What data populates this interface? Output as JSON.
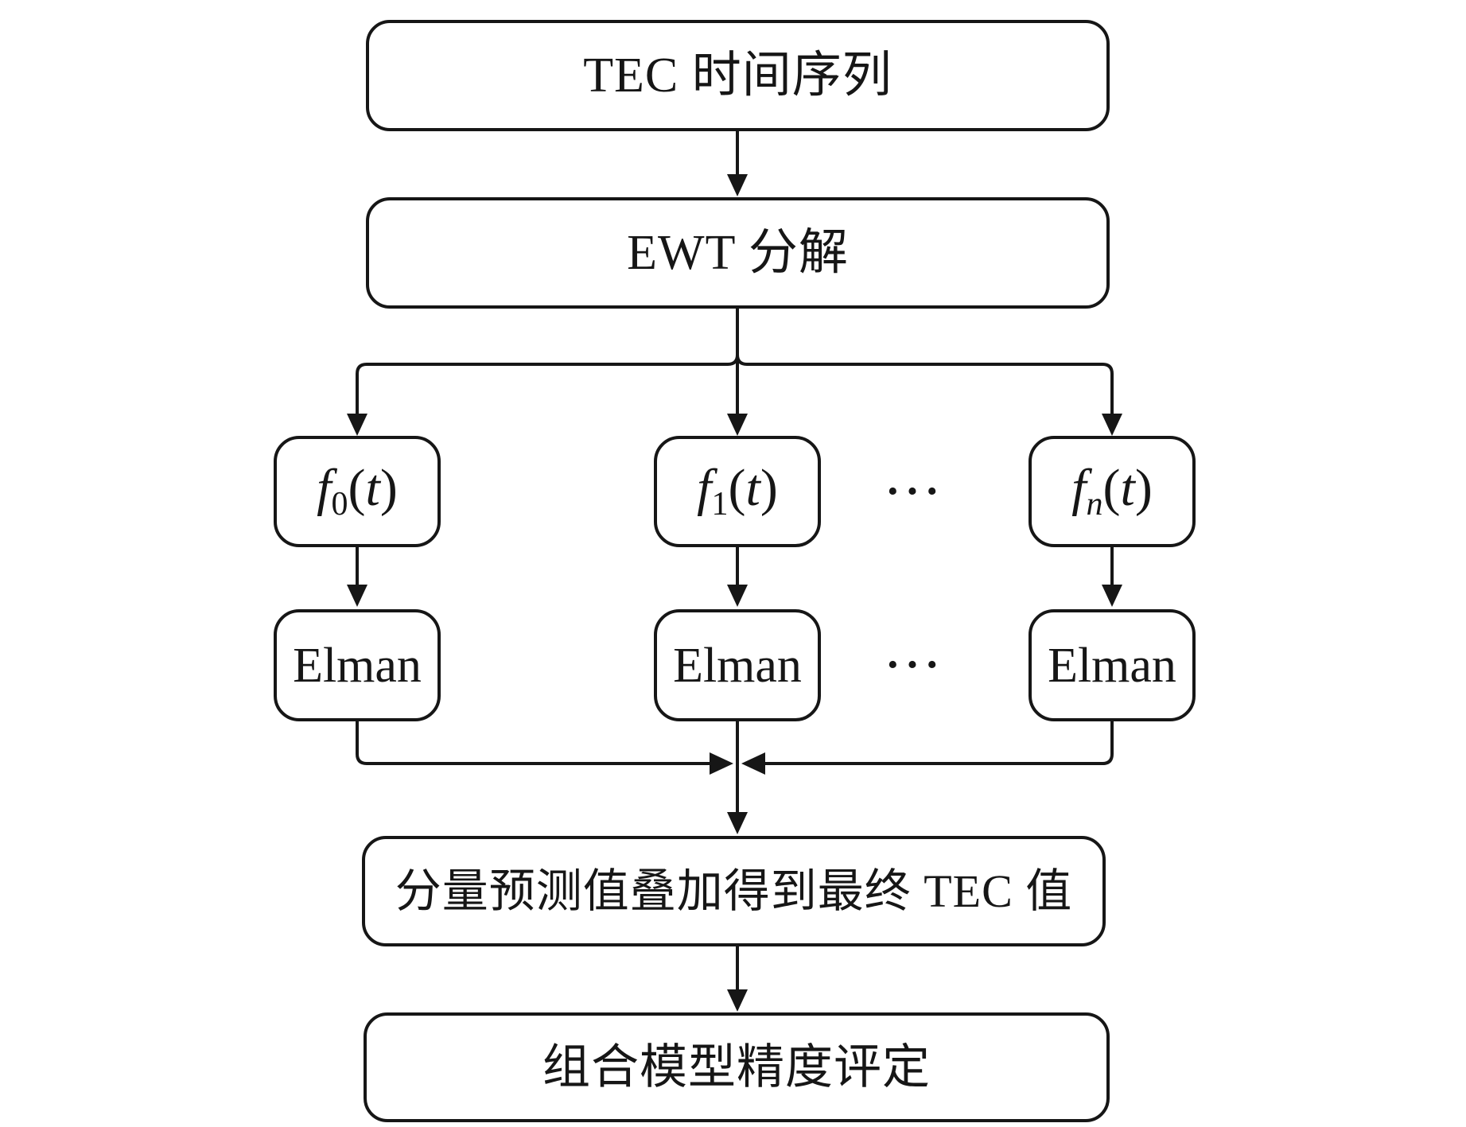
{
  "diagram": {
    "background": "#ffffff",
    "line_color": "#161616",
    "nodes": {
      "tec_series": "TEC 时间序列",
      "ewt_decompose": "EWT 分解",
      "combine": "分量预测值叠加得到最终 TEC 值",
      "assess": "组合模型精度评定"
    },
    "branches": [
      {
        "f_base": "f",
        "f_sub": "0",
        "f_open": "(",
        "f_var": "t",
        "f_close": ")",
        "model": "Elman"
      },
      {
        "f_base": "f",
        "f_sub": "1",
        "f_open": "(",
        "f_var": "t",
        "f_close": ")",
        "model": "Elman"
      },
      {
        "f_base": "f",
        "f_sub": "n",
        "f_open": "(",
        "f_var": "t",
        "f_close": ")",
        "model": "Elman"
      }
    ],
    "ellipsis_components": "···",
    "ellipsis_models": "···"
  }
}
